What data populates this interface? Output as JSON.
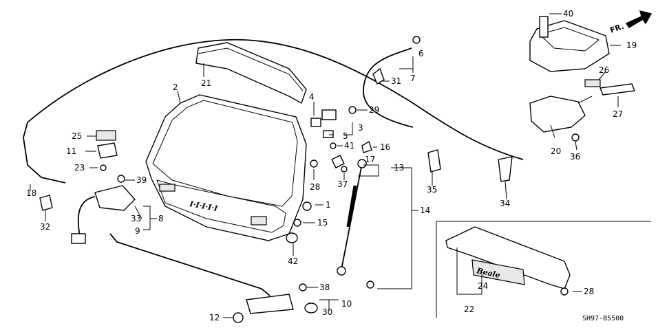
{
  "diagram": {
    "labels": [
      "1",
      "2",
      "3",
      "4",
      "5",
      "6",
      "7",
      "8",
      "9",
      "10",
      "11",
      "12",
      "13",
      "14",
      "15",
      "16",
      "17",
      "18",
      "19",
      "20",
      "21",
      "22",
      "23",
      "24",
      "25",
      "26",
      "27",
      "28",
      "28",
      "29",
      "30",
      "31",
      "32",
      "33",
      "34",
      "35",
      "36",
      "37",
      "38",
      "39",
      "40",
      "41",
      "42"
    ],
    "part_code": "SH97-B5500",
    "direction_marker": "FR.",
    "emblem_text": "Beale"
  }
}
